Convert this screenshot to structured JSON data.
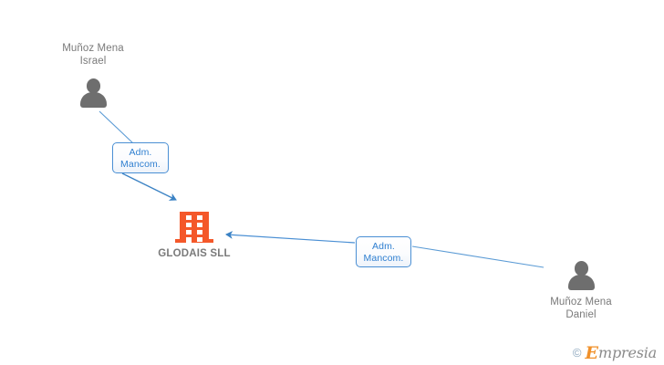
{
  "diagram": {
    "type": "org-relationship-graph",
    "background_color": "#ffffff",
    "edge_color": "#4a8fd4",
    "company_color": "#f4582a",
    "person_color": "#6e6e6e",
    "label_text_color": "#2f7fd0",
    "name_text_color": "#7a7a7a"
  },
  "company": {
    "name": "GLODAIS SLL",
    "icon": "building-icon"
  },
  "persons": [
    {
      "id": "person-israel",
      "name": "Muñoz Mena\nIsrael",
      "icon": "person-icon"
    },
    {
      "id": "person-daniel",
      "name": "Muñoz Mena\nDaniel",
      "icon": "person-icon"
    }
  ],
  "relations": [
    {
      "id": "relation-israel",
      "label": "Adm.\nMancom.",
      "from": "person-israel",
      "to": "company"
    },
    {
      "id": "relation-daniel",
      "label": "Adm.\nMancom.",
      "from": "person-daniel",
      "to": "company"
    }
  ],
  "watermark": {
    "copyright": "©",
    "brand_initial": "E",
    "brand_rest": "mpresia"
  }
}
